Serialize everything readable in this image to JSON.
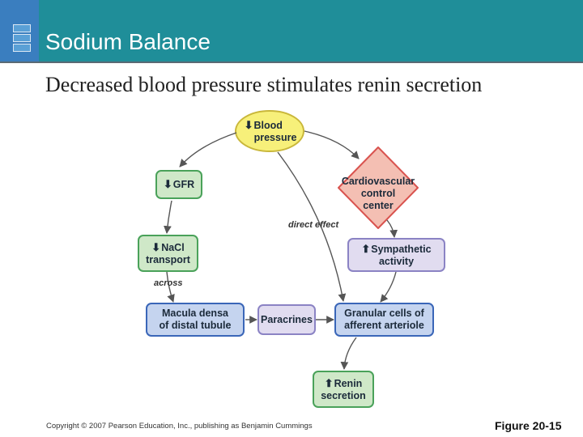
{
  "slide": {
    "title": "Sodium Balance",
    "subtitle": "Decreased blood pressure stimulates renin secretion"
  },
  "diagram": {
    "nodes": {
      "blood_pressure": {
        "arrow": "down",
        "lines": [
          "Blood",
          "pressure"
        ]
      },
      "gfr": {
        "arrow": "down",
        "lines": [
          "GFR"
        ]
      },
      "cardiovascular": {
        "lines": [
          "Cardiovascular",
          "control",
          "center"
        ]
      },
      "nacl": {
        "arrow": "down",
        "lines": [
          "NaCl",
          "transport"
        ]
      },
      "sympathetic": {
        "arrow": "up",
        "lines": [
          "Sympathetic",
          "activity"
        ]
      },
      "macula": {
        "lines": [
          "Macula densa",
          "of distal tubule"
        ]
      },
      "paracrines": {
        "lines": [
          "Paracrines"
        ]
      },
      "granular": {
        "lines": [
          "Granular cells of",
          "afferent arteriole"
        ]
      },
      "renin": {
        "arrow": "up",
        "lines": [
          "Renin",
          "secretion"
        ]
      }
    },
    "labels": {
      "direct_effect": "direct effect",
      "across": "across"
    },
    "colors": {
      "yellow": "#f7f07a",
      "yellow_border": "#c9b73a",
      "green": "#cfe8c8",
      "blue": "#c5d4ef",
      "lavender": "#e1dcf0",
      "diamond": "#f4bfb3",
      "diamond_border": "#d9534f",
      "arrow": "#555555"
    }
  },
  "footer": {
    "copyright": "Copyright © 2007 Pearson Education, Inc., publishing as Benjamin Cummings",
    "figure": "Figure 20-15"
  }
}
